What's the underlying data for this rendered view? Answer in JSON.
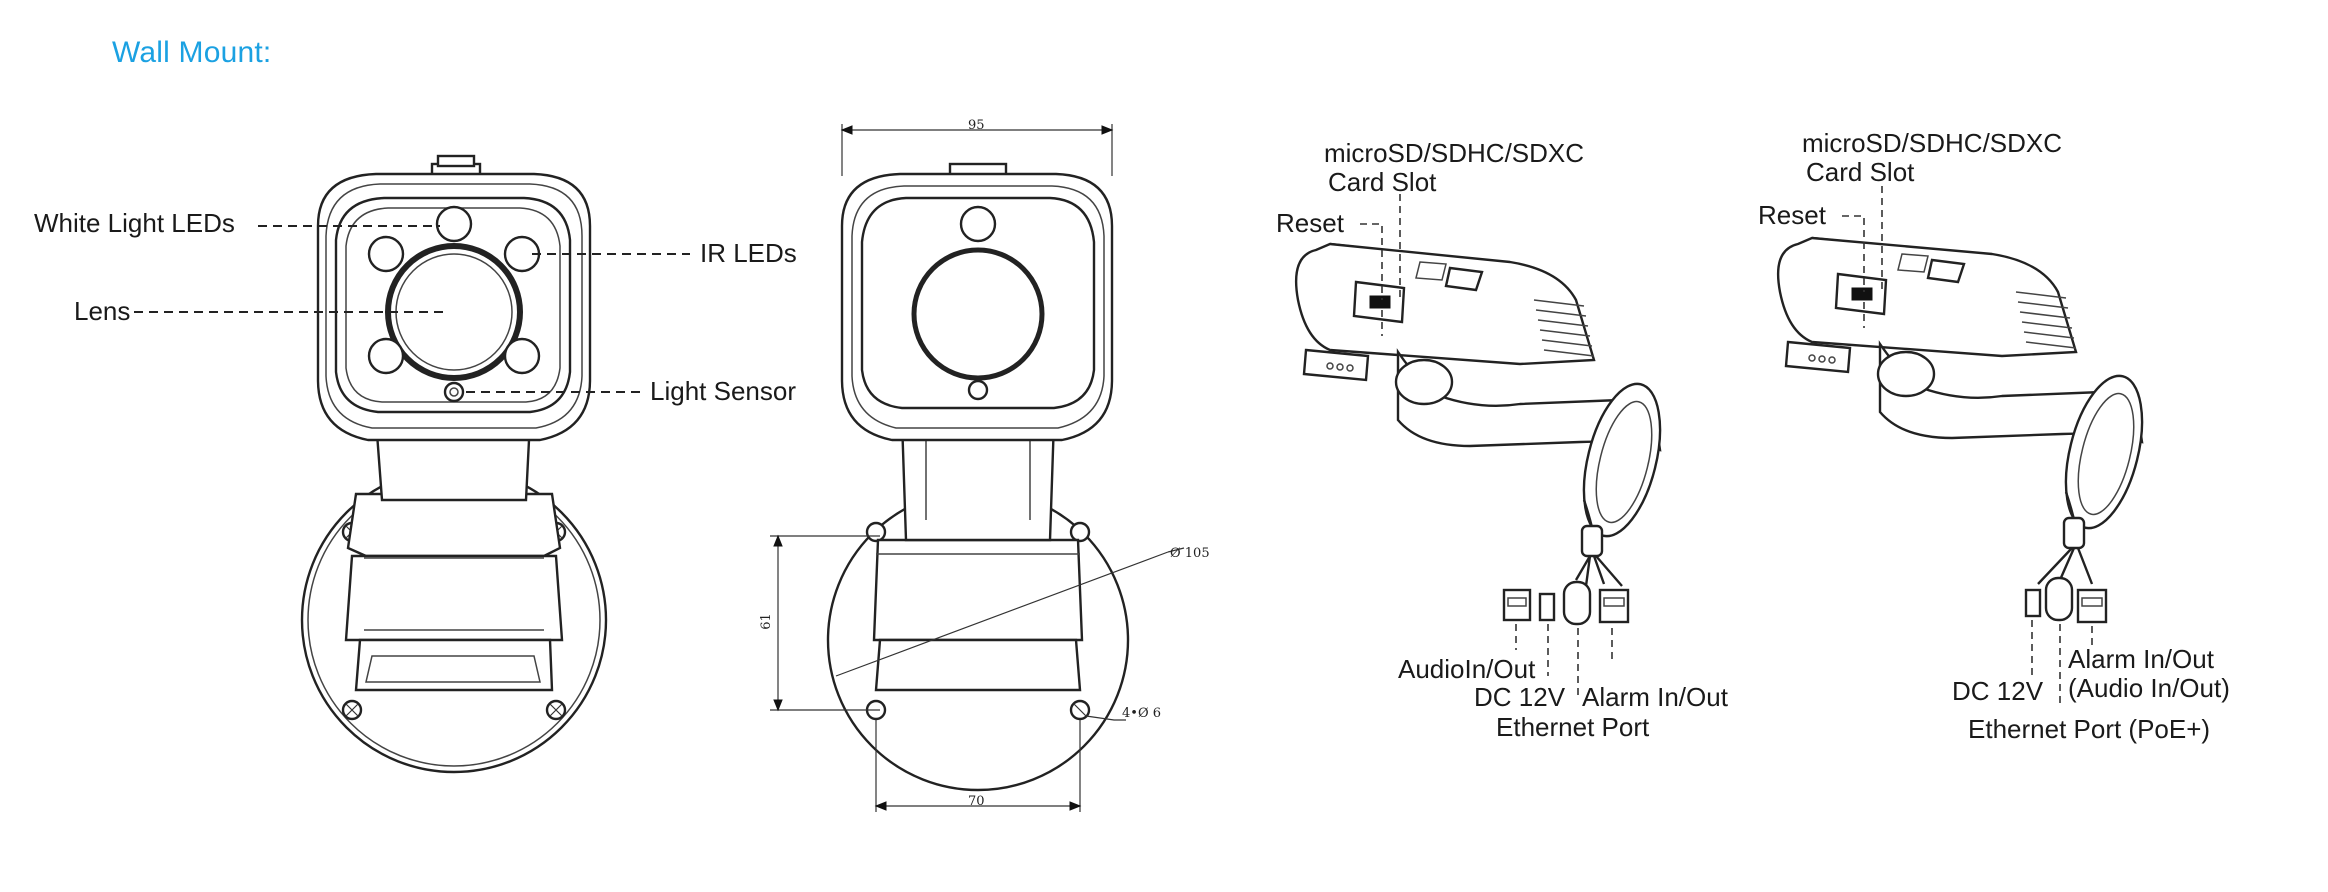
{
  "title": "Wall Mount:",
  "front_view": {
    "labels": {
      "white_light_leds": "White Light LEDs",
      "lens": "Lens",
      "ir_leds": "IR LEDs",
      "light_sensor": "Light Sensor"
    }
  },
  "dimension_view": {
    "width_top": "95",
    "height_left": "61",
    "diameter": "Ø 105",
    "holes": "4•Ø 6",
    "width_bottom": "70"
  },
  "side_view_1": {
    "labels": {
      "card_slot_line1": "microSD/SDHC/SDXC",
      "card_slot_line2": "Card Slot",
      "reset": "Reset",
      "audio": "AudioIn/Out",
      "dc": "DC 12V",
      "alarm": "Alarm In/Out",
      "ethernet": "Ethernet Port"
    }
  },
  "side_view_2": {
    "labels": {
      "card_slot_line1": "microSD/SDHC/SDXC",
      "card_slot_line2": "Card Slot",
      "reset": "Reset",
      "dc": "DC 12V",
      "alarm_line1": "Alarm In/Out",
      "alarm_line2": "(Audio In/Out)",
      "ethernet": "Ethernet Port (PoE+)"
    }
  },
  "colors": {
    "title": "#1ba1e2",
    "line": "#222222"
  }
}
